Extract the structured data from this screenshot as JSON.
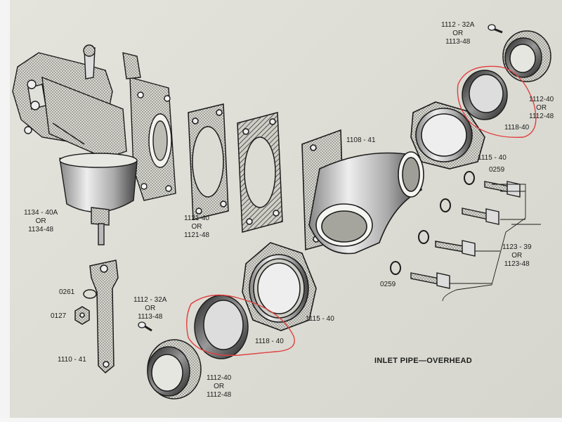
{
  "title": "INLET PIPE—OVERHEAD",
  "part_labels": {
    "carburetor": [
      "1134 - 40A",
      "OR",
      "1134-48"
    ],
    "gasket_1": [
      "1121-40",
      "OR",
      "1121-48"
    ],
    "pipe": "1108 - 41",
    "nut_large_top": "1115 - 40",
    "nut_large_bottom": "1115 - 40",
    "seal_ring_top": "1118-40",
    "seal_ring_bottom": "1118 - 40",
    "screw_top": [
      "1112 - 32A",
      "OR",
      "1113-48"
    ],
    "ring_top": [
      "1112-40",
      "OR",
      "1112-48"
    ],
    "screw_bottom": [
      "1112 - 32A",
      "OR",
      "1113-48"
    ],
    "ring_bottom": [
      "1112-40",
      "OR",
      "1112-48"
    ],
    "washer_top": "0259",
    "washer_bottom": "0259",
    "bolts": [
      "1123 - 39",
      "OR",
      "1123-48"
    ],
    "lockwasher": "0261",
    "nut_small": "0127",
    "bracket": "1110 - 41"
  },
  "highlight_color": "#e04040",
  "ink_color": "#1c1c1c"
}
